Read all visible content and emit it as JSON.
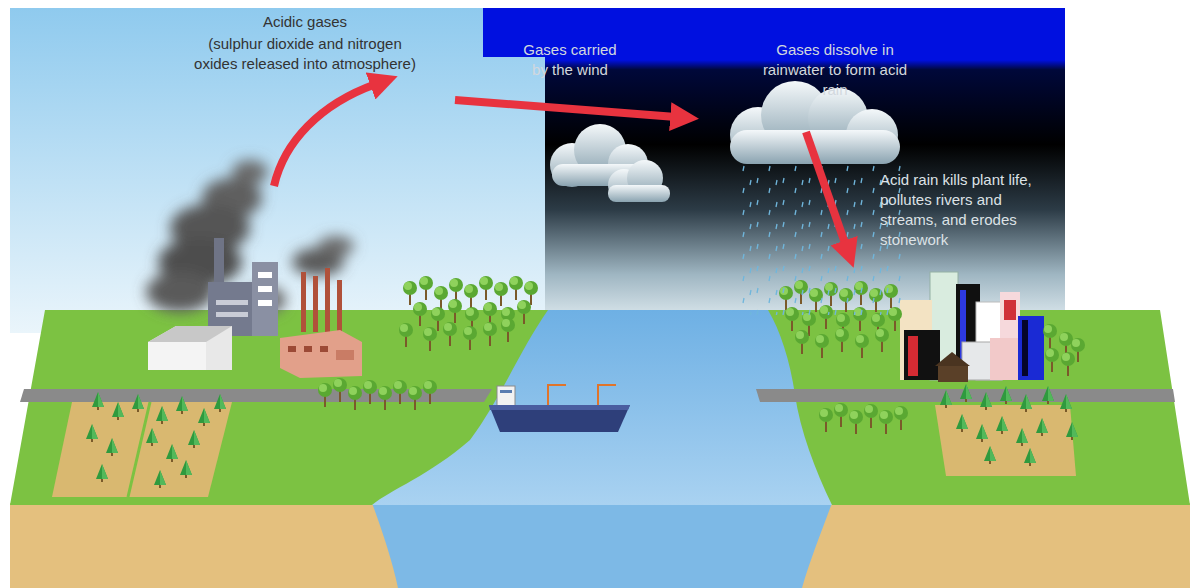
{
  "diagram": {
    "labels": [
      "Acidic gases",
      "(sulphur dioxide and nitrogen oxides released into atmosphere)",
      "Gases carried by the wind",
      "Gases dissolve in rainwater to form acid rain",
      "Acid rain kills plant life, pollutes rivers and streams, and erodes stonework"
    ]
  }
}
